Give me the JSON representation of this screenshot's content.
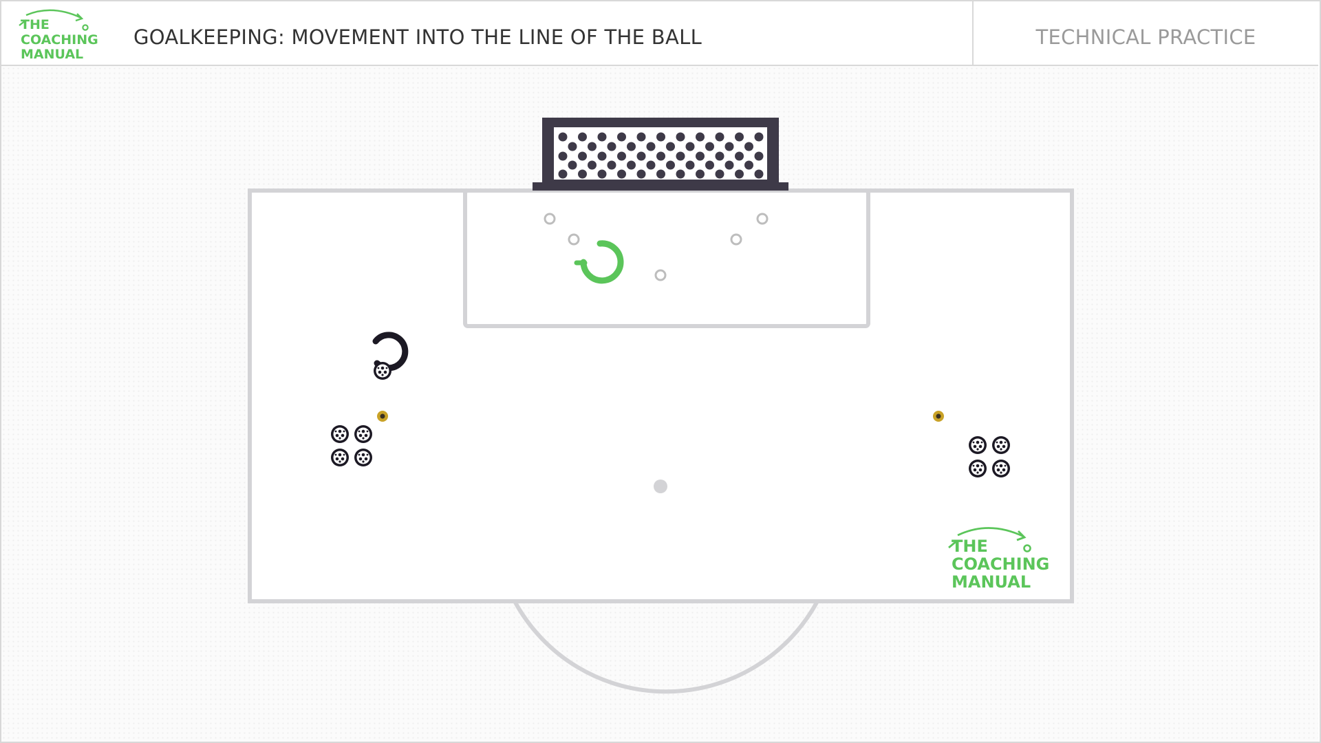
{
  "header": {
    "logo_lines": [
      "THE",
      "COACHING",
      "MANUAL"
    ],
    "title": "GOALKEEPING: MOVEMENT INTO THE LINE OF THE BALL",
    "tag": "TECHNICAL PRACTICE"
  },
  "watermark": {
    "lines": [
      "THE",
      "COACHING",
      "MANUAL"
    ]
  },
  "colors": {
    "brand_green": "#5bc55a",
    "goal_dark": "#3e3a48",
    "line_grey": "#d3d3d6",
    "cone_yellow": "#c9a227",
    "player_dark": "#1c1924"
  },
  "legend_items": {
    "goalkeeper": "green-goalkeeper-icon",
    "server": "dark-server-with-ball-icon",
    "ball": "football-icon",
    "marker": "grey-disc-marker-icon"
  }
}
